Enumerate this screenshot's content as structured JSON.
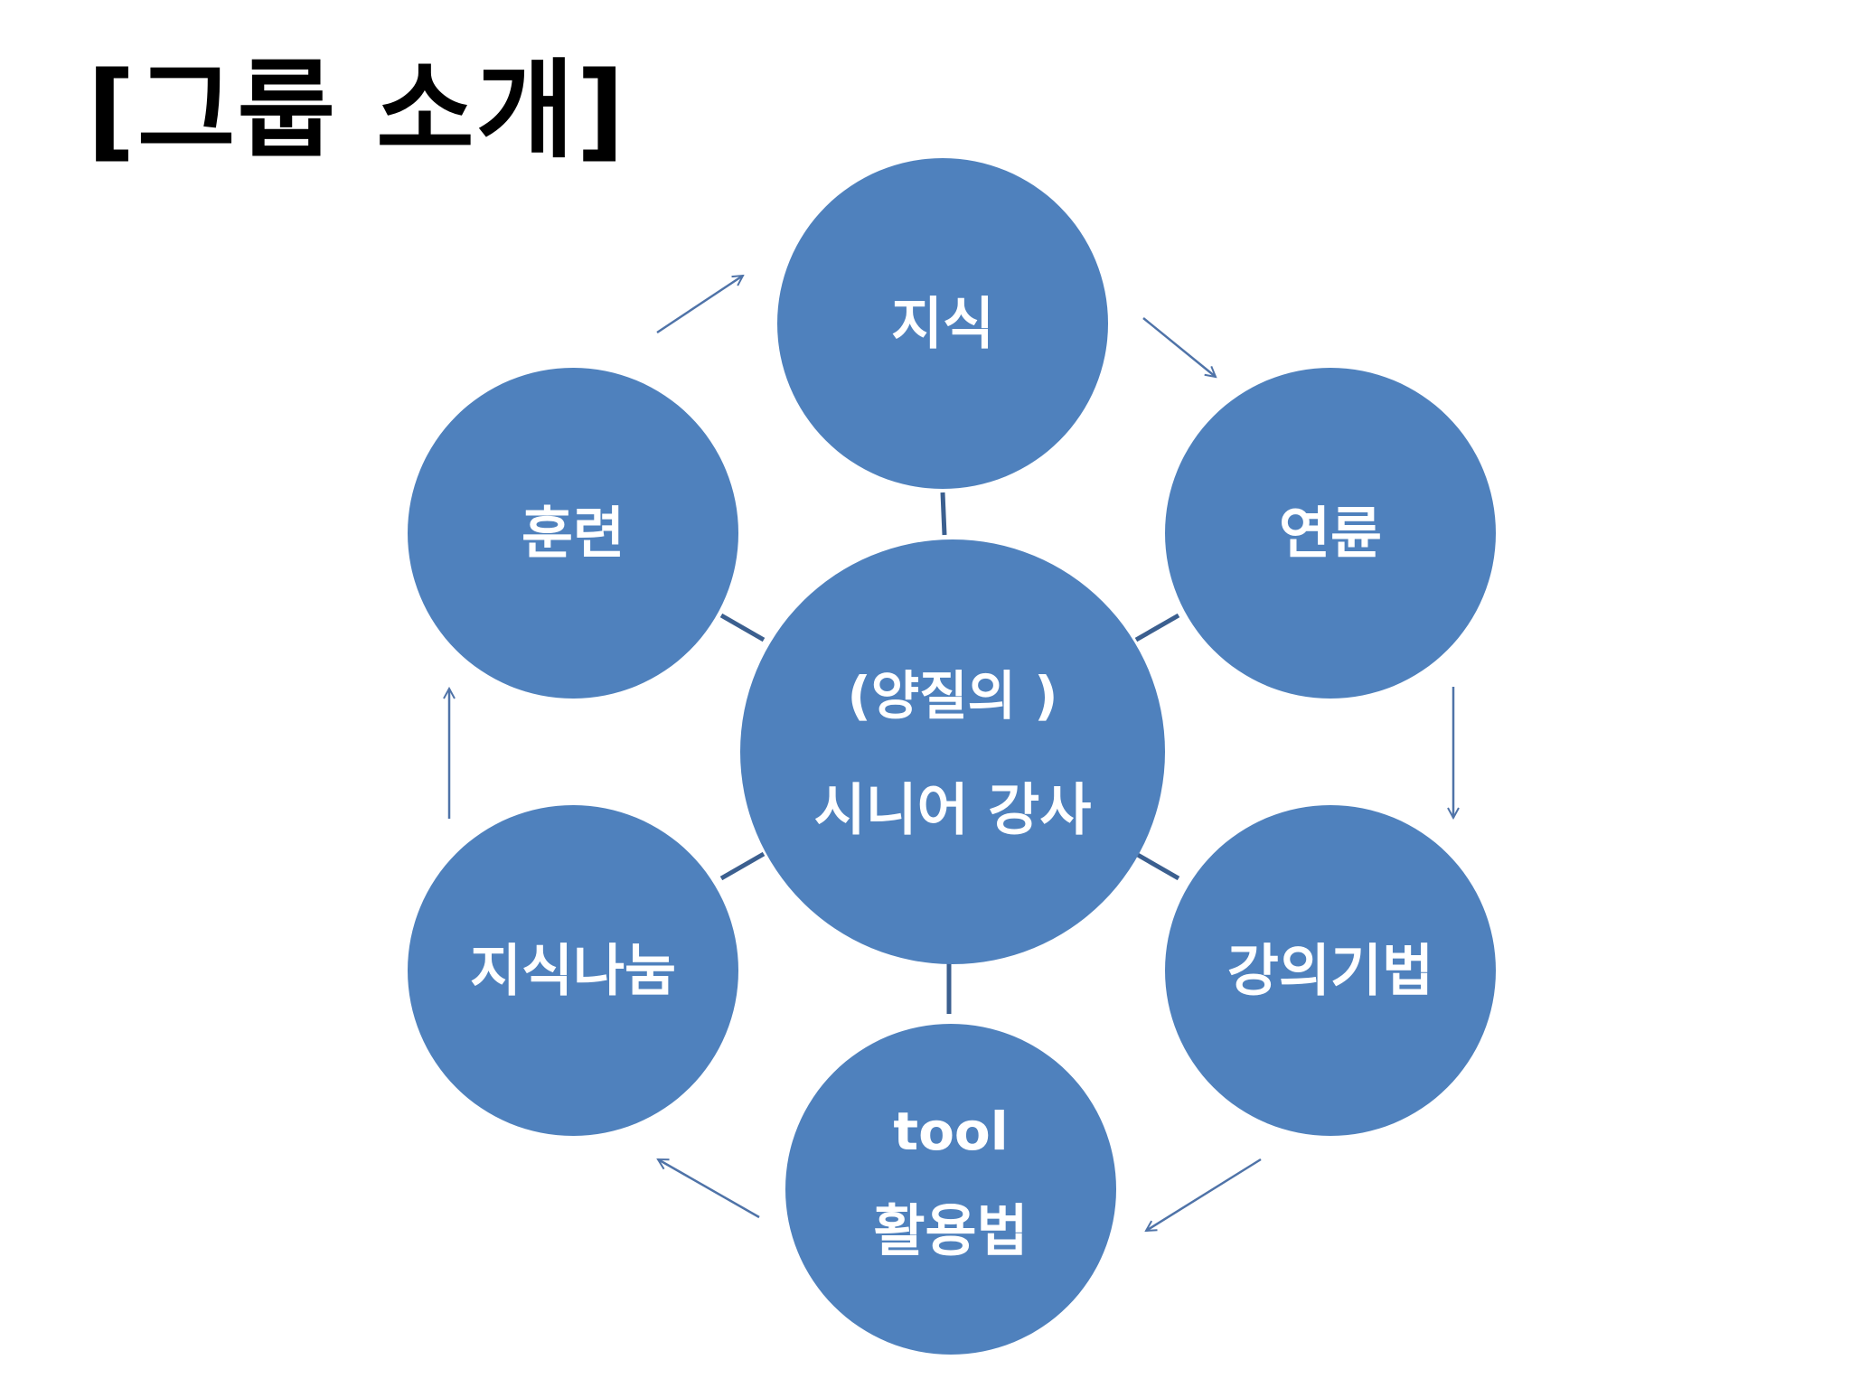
{
  "title": "[그룹 소개]",
  "diagram": {
    "center": {
      "line1": "(양질의 )",
      "line2": "시니어 강사"
    },
    "nodes": [
      {
        "id": "knowledge",
        "lines": [
          "지식"
        ]
      },
      {
        "id": "research",
        "lines": [
          "연륜"
        ]
      },
      {
        "id": "lecture-method",
        "lines": [
          "강의기법"
        ]
      },
      {
        "id": "tool-usage",
        "lines": [
          "tool",
          "활용법"
        ]
      },
      {
        "id": "knowledge-sharing",
        "lines": [
          "지식나눔"
        ]
      },
      {
        "id": "training",
        "lines": [
          "훈련"
        ]
      }
    ]
  },
  "colors": {
    "circle_fill": "#4f81bd",
    "arrow": "#4f73a8",
    "connector": "#3b5f8f",
    "label": "#ffffff"
  }
}
